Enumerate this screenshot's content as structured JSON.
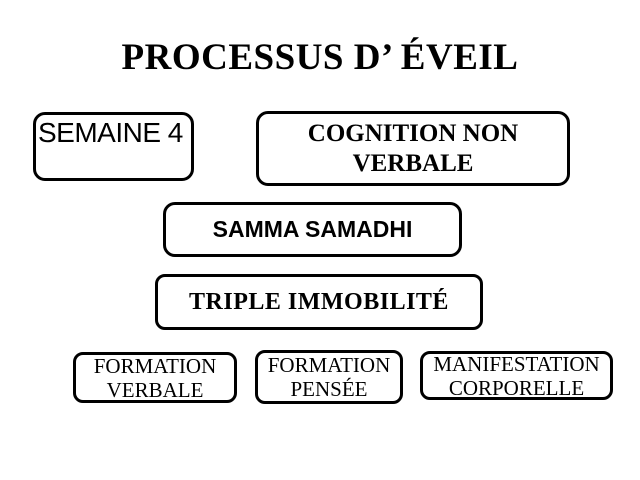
{
  "slide": {
    "title": "PROCESSUS D’ ÉVEIL",
    "background_color": "#ffffff",
    "text_color": "#000000",
    "border_color": "#000000"
  },
  "boxes": {
    "semaine": {
      "label": "SEMAINE 4"
    },
    "cognition": {
      "label": "COGNITION NON VERBALE"
    },
    "samadhi": {
      "label": "SAMMA SAMADHI"
    },
    "triple": {
      "label": "TRIPLE IMMOBILITÉ"
    },
    "formation_verbale": {
      "label": "FORMATION VERBALE"
    },
    "formation_pensee": {
      "label": "FORMATION PENSÉE"
    },
    "manifestation_corporelle": {
      "label": "MANIFESTATION CORPORELLE"
    }
  }
}
